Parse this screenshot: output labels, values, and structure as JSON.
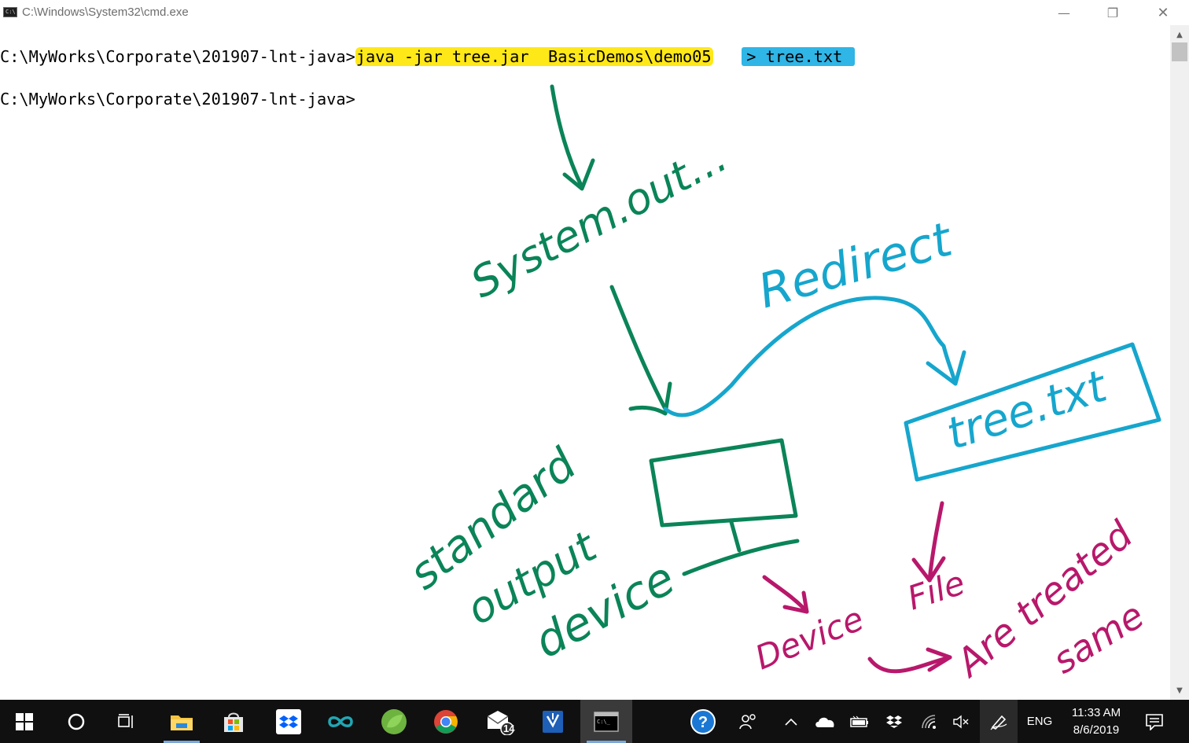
{
  "window": {
    "title": "C:\\Windows\\System32\\cmd.exe",
    "icon_text": "C:\\",
    "minimize": "—",
    "restore": "❐",
    "close": "✕"
  },
  "console": {
    "line1_prompt": "C:\\MyWorks\\Corporate\\201907-lnt-java>",
    "line1_command": "java -jar tree.jar  BasicDemos\\demo05",
    "line1_gap": "   ",
    "line1_redirect": "> tree.txt",
    "line2_prompt": "C:\\MyWorks\\Corporate\\201907-lnt-java>"
  },
  "annotations": {
    "system_out": "System.out...",
    "redirect": "Redirect",
    "tree_txt": "tree.txt",
    "standard": "standard",
    "output": "output",
    "device": "device",
    "device2": "Device",
    "file": "File",
    "are_treated": "Are treated",
    "same": "same",
    "colors": {
      "green": "#0a8458",
      "blue": "#16a6cd",
      "magenta": "#b8186b",
      "yellow_highlight": "#ffe818",
      "blue_highlight": "#2fb5e6"
    }
  },
  "taskbar": {
    "mail_badge": "14",
    "language": "ENG",
    "time": "11:33 AM",
    "date": "8/6/2019",
    "help_label": "?"
  }
}
